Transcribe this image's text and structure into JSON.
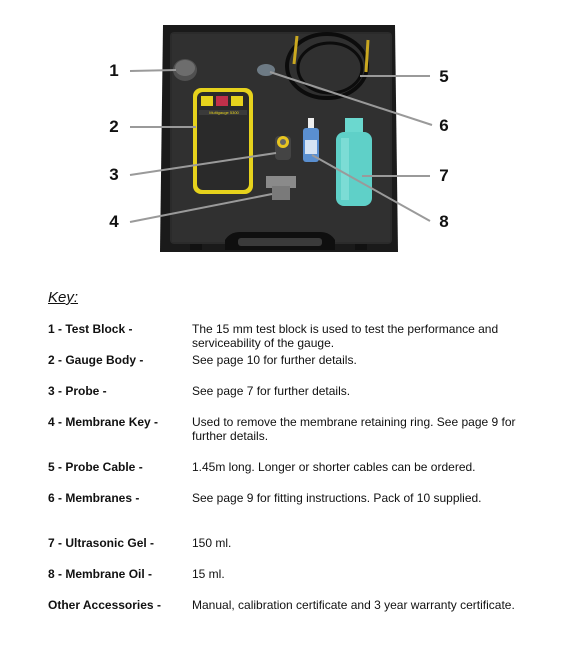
{
  "figure": {
    "gauge_brand": "Multigauge 5300",
    "callouts": [
      "1",
      "2",
      "3",
      "4",
      "5",
      "6",
      "7",
      "8"
    ]
  },
  "key": {
    "title": "Key:",
    "items": [
      {
        "term": "1 - Test Block -",
        "description": "The 15 mm test block is used to test the performance and serviceability of the gauge."
      },
      {
        "term": "2 - Gauge Body -",
        "description": "See page 10 for further details."
      },
      {
        "term": "3 - Probe -",
        "description": "See page 7 for further details."
      },
      {
        "term": "4 - Membrane Key -",
        "description": "Used to remove the membrane retaining ring. See page 9 for further details."
      },
      {
        "term": "5 - Probe Cable -",
        "description": "1.45m long. Longer or shorter cables can be ordered."
      },
      {
        "term": "6 - Membranes -",
        "description": "See page 9 for fitting instructions. Pack of 10 supplied."
      },
      {
        "term": "7 - Ultrasonic Gel -",
        "description": "150 ml."
      },
      {
        "term": "8 - Membrane Oil -",
        "description": "15 ml."
      },
      {
        "term": "Other Accessories -",
        "description": "Manual, calibration certificate and 3 year warranty certificate."
      }
    ]
  },
  "colors": {
    "case": "#1b1b1b",
    "foam": "#2a2a2a",
    "gauge_frame": "#e6d21c",
    "gel_bottle": "#5fd0c8",
    "leader_line": "#9a9a9a"
  }
}
